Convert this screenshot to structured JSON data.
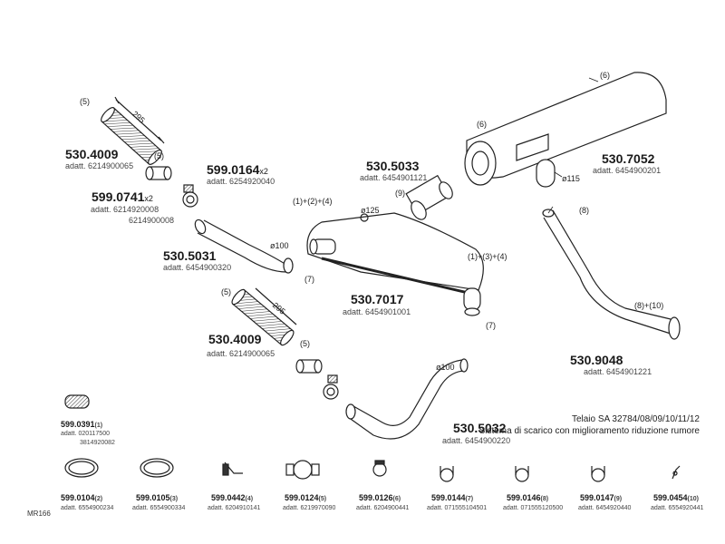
{
  "parts": {
    "p1": {
      "code": "530.4009",
      "sub": "adatt. 6214900065",
      "qty": "(5)",
      "dim": "295"
    },
    "p2": {
      "code": "599.0741",
      "mult": "x2",
      "sub1": "adatt. 6214920008",
      "sub2": "6214900008",
      "qty": "(5)"
    },
    "p3": {
      "code": "599.0164",
      "mult": "x2",
      "sub": "adatt. 6254920040"
    },
    "p4": {
      "code": "530.5031",
      "sub": "adatt. 6454900320",
      "dia": "ø100"
    },
    "p5": {
      "code": "530.5033",
      "sub": "adatt. 6454901121",
      "qty": "(9)"
    },
    "p6": {
      "code": "530.7052",
      "sub": "adatt. 6454900201",
      "qty_top": "(6)",
      "qty_left": "(6)",
      "dia": "ø115"
    },
    "p7": {
      "code": "530.7017",
      "sub": "adatt. 6454901001",
      "conn_left": "(1)+(2)+(4)",
      "conn_right": "(1)+(3)+(4)",
      "dia": "ø125",
      "qty_left": "(7)",
      "qty_right": "(7)"
    },
    "p8": {
      "code": "530.4009",
      "sub": "adatt. 6214900065",
      "qty": "(5)",
      "dim": "295",
      "qty_ring": "(5)"
    },
    "p9": {
      "code": "530.9048",
      "sub": "adatt. 6454901221",
      "qty_top": "(8)",
      "qty_mid": "(8)+(10)"
    },
    "p10": {
      "code": "530.5032",
      "sub": "adatt. 6454900220",
      "dia": "ø100"
    },
    "p11": {
      "code": "599.0391",
      "qty": "(1)",
      "sub1": "adatt. 020117500",
      "sub2": "3814920082"
    }
  },
  "chassis_title": "Telaio SA 32784/08/09/10/11/12",
  "system_desc": "Sistema di scarico con miglioramento riduzione rumore",
  "bottom_parts": [
    {
      "code": "599.0104",
      "qty": "(2)",
      "sub": "adatt. 6554900234",
      "icon": "clamp-ring-icon"
    },
    {
      "code": "599.0105",
      "qty": "(3)",
      "sub": "adatt. 6554900334",
      "icon": "clamp-ring-icon"
    },
    {
      "code": "599.0442",
      "qty": "(4)",
      "sub": "adatt. 6204910141",
      "icon": "bracket-icon"
    },
    {
      "code": "599.0124",
      "qty": "(5)",
      "sub": "adatt. 6219970090",
      "icon": "band-clamp-icon"
    },
    {
      "code": "599.0126",
      "qty": "(6)",
      "sub": "adatt. 6204900441",
      "icon": "u-clamp-icon"
    },
    {
      "code": "599.0144",
      "qty": "(7)",
      "sub": "adatt. 071555104501",
      "icon": "u-clamp-icon"
    },
    {
      "code": "599.0146",
      "qty": "(8)",
      "sub": "adatt. 071555120500",
      "icon": "u-clamp-icon"
    },
    {
      "code": "599.0147",
      "qty": "(9)",
      "sub": "adatt. 6454920440",
      "icon": "u-clamp-icon"
    },
    {
      "code": "599.0454",
      "qty": "(10)",
      "sub": "adatt. 6554920441",
      "icon": "spring-clip-icon"
    }
  ],
  "doc_code": "MR166"
}
